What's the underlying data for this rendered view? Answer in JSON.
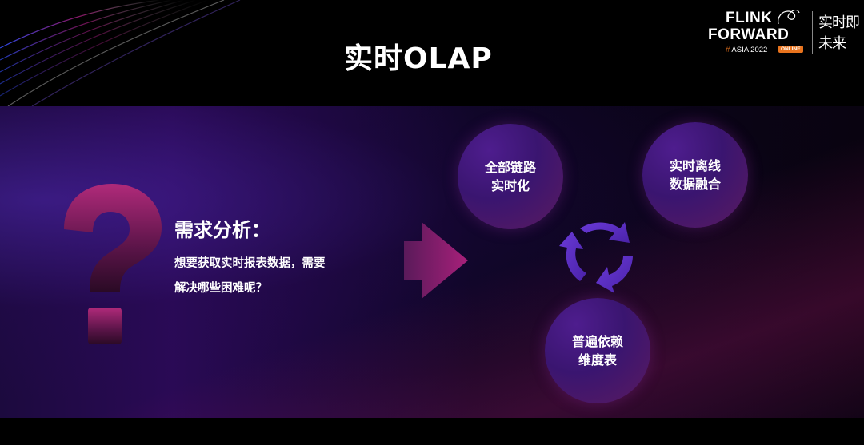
{
  "title": "实时OLAP",
  "logo": {
    "line1": "FLINK",
    "line2": "FORWARD",
    "hash": "#",
    "line3": "ASIA 2022",
    "badge": "ONLINE",
    "slogan_line1": "实时即",
    "slogan_line2": "未来"
  },
  "needs": {
    "heading": "需求分析：",
    "line1": "想要获取实时报表数据，需要",
    "line2": "解决哪些困难呢？"
  },
  "circles": {
    "top_left": {
      "line1": "全部链路",
      "line2": "实时化"
    },
    "top_right": {
      "line1": "实时离线",
      "line2": "数据融合"
    },
    "bottom": {
      "line1": "普遍依赖",
      "line2": "维度表"
    }
  },
  "icons": {
    "question": "question-mark-icon",
    "arrow": "right-arrow-icon",
    "cycle": "cycle-arrows-icon"
  },
  "colors": {
    "accent_purple": "#5b2bb0",
    "accent_magenta": "#b0207a",
    "logo_orange": "#e8731d"
  }
}
